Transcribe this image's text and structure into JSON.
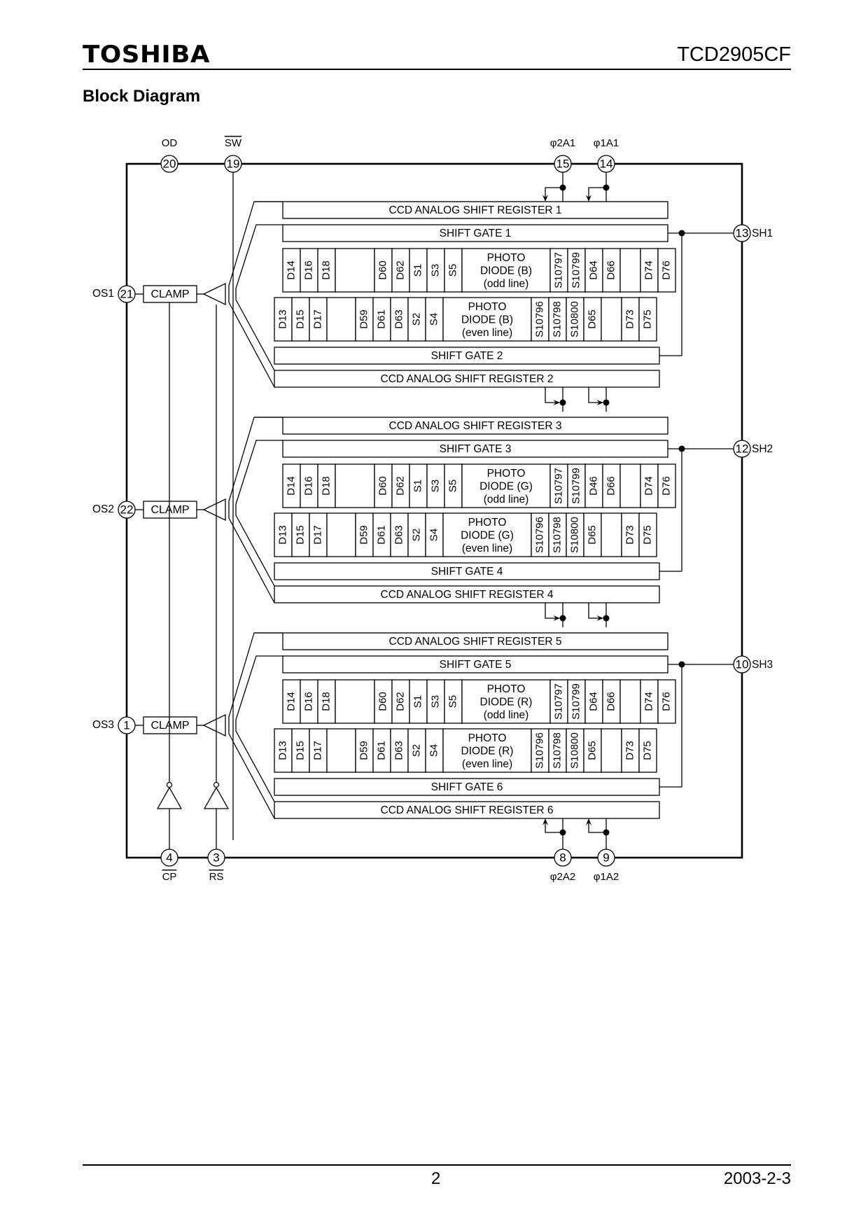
{
  "header": {
    "logo": "TOSHIBA",
    "part_number": "TCD2905CF"
  },
  "section_title": "Block Diagram",
  "footer": {
    "page": "2",
    "date": "2003-2-3"
  },
  "pins": {
    "top": [
      {
        "num": "20",
        "label": "OD",
        "overline": false
      },
      {
        "num": "19",
        "label": "SW",
        "overline": true
      },
      {
        "num": "15",
        "label": "φ2A1",
        "overline": false
      },
      {
        "num": "14",
        "label": "φ1A1",
        "overline": false
      }
    ],
    "bottom": [
      {
        "num": "4",
        "label": "CP",
        "overline": true
      },
      {
        "num": "3",
        "label": "RS",
        "overline": true
      },
      {
        "num": "8",
        "label": "φ2A2",
        "overline": false
      },
      {
        "num": "9",
        "label": "φ1A2",
        "overline": false
      }
    ],
    "left": [
      {
        "num": "21",
        "label": "OS1"
      },
      {
        "num": "22",
        "label": "OS2"
      },
      {
        "num": "1",
        "label": "OS3"
      }
    ],
    "right": [
      {
        "num": "13",
        "label": "SH1"
      },
      {
        "num": "12",
        "label": "SH2"
      },
      {
        "num": "10",
        "label": "SH3"
      }
    ]
  },
  "clamp_label": "CLAMP",
  "channels": [
    {
      "color": "B",
      "register_top": "CCD ANALOG SHIFT REGISTER 1",
      "gate_top": "SHIFT GATE 1",
      "odd_cells": [
        "D14",
        "D16",
        "D18",
        "",
        "D60",
        "D62",
        "S1",
        "S3",
        "S5",
        "PHOTO|DIODE (B)|(odd line)",
        "S10797",
        "S10799",
        "D64",
        "D66",
        "",
        "D74",
        "D76"
      ],
      "even_cells": [
        "D13",
        "D15",
        "D17",
        "",
        "D59",
        "D61",
        "D63",
        "S2",
        "S4",
        "PHOTO|DIODE (B)|(even line)",
        "S10796",
        "S10798",
        "S10800",
        "D65",
        "",
        "D73",
        "D75"
      ],
      "gate_bottom": "SHIFT GATE 2",
      "register_bottom": "CCD ANALOG SHIFT REGISTER 2"
    },
    {
      "color": "G",
      "register_top": "CCD ANALOG SHIFT REGISTER 3",
      "gate_top": "SHIFT GATE 3",
      "odd_cells": [
        "D14",
        "D16",
        "D18",
        "",
        "D60",
        "D62",
        "S1",
        "S3",
        "S5",
        "PHOTO|DIODE (G)|(odd line)",
        "S10797",
        "S10799",
        "D46",
        "D66",
        "",
        "D74",
        "D76"
      ],
      "even_cells": [
        "D13",
        "D15",
        "D17",
        "",
        "D59",
        "D61",
        "D63",
        "S2",
        "S4",
        "PHOTO|DIODE (G)|(even line)",
        "S10796",
        "S10798",
        "S10800",
        "D65",
        "",
        "D73",
        "D75"
      ],
      "gate_bottom": "SHIFT GATE 4",
      "register_bottom": "CCD ANALOG SHIFT REGISTER 4"
    },
    {
      "color": "R",
      "register_top": "CCD ANALOG SHIFT REGISTER 5",
      "gate_top": "SHIFT GATE 5",
      "odd_cells": [
        "D14",
        "D16",
        "D18",
        "",
        "D60",
        "D62",
        "S1",
        "S3",
        "S5",
        "PHOTO|DIODE (R)|(odd line)",
        "S10797",
        "S10799",
        "D64",
        "D66",
        "",
        "D74",
        "D76"
      ],
      "even_cells": [
        "D13",
        "D15",
        "D17",
        "",
        "D59",
        "D61",
        "D63",
        "S2",
        "S4",
        "PHOTO|DIODE (R)|(even line)",
        "S10796",
        "S10798",
        "S10800",
        "D65",
        "",
        "D73",
        "D75"
      ],
      "gate_bottom": "SHIFT GATE 6",
      "register_bottom": "CCD ANALOG SHIFT REGISTER 6"
    }
  ]
}
